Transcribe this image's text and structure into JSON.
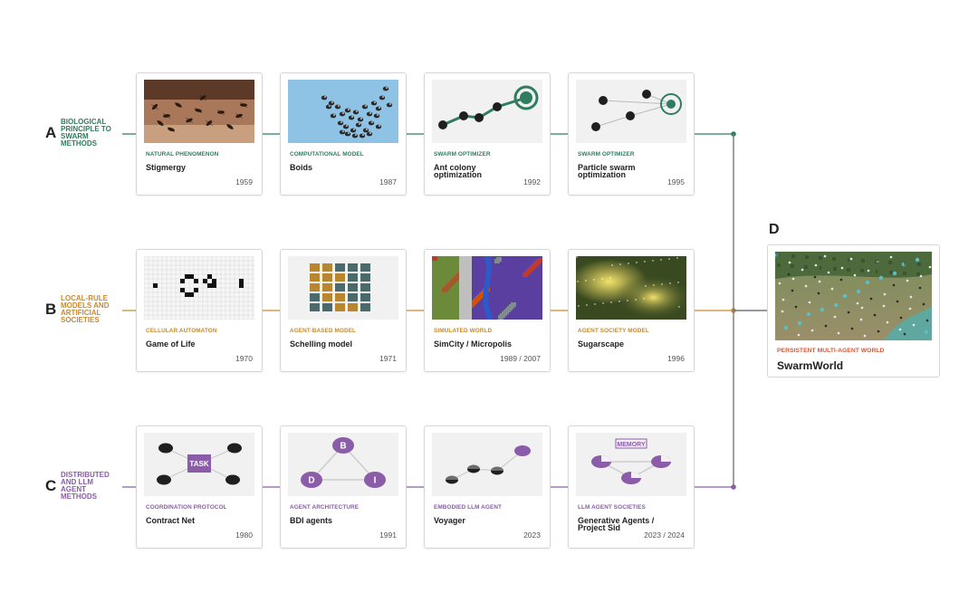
{
  "colors": {
    "green": "#2f7d5f",
    "orange": "#c78a2c",
    "purple": "#8b5ca8",
    "red": "#d25a3a",
    "line_gray": "#888888"
  },
  "rows": [
    {
      "letter": "A",
      "label": "BIOLOGICAL PRINCIPLE TO SWARM METHODS",
      "label_lines": [
        "BIOLOGICAL",
        "PRINCIPLE TO",
        "SWARM",
        "METHODS"
      ],
      "color": "#2f7d5f",
      "cards": [
        {
          "category": "NATURAL PHENOMENON",
          "name": "Stigmergy",
          "year": "1959",
          "icon": "ants-photo"
        },
        {
          "category": "COMPUTATIONAL MODEL",
          "name": "Boids",
          "year": "1987",
          "icon": "bird-flock-photo"
        },
        {
          "category": "SWARM OPTIMIZER",
          "name": "Ant colony optimization",
          "year": "1992",
          "icon": "ant-path-graph"
        },
        {
          "category": "SWARM OPTIMIZER",
          "name": "Particle swarm optimization",
          "year": "1995",
          "icon": "particle-target-graph"
        }
      ]
    },
    {
      "letter": "B",
      "label": "LOCAL-RULE MODELS AND ARTIFICIAL SOCIETIES",
      "label_lines": [
        "LOCAL-RULE",
        "MODELS AND",
        "ARTIFICIAL",
        "SOCIETIES"
      ],
      "color": "#c78a2c",
      "cards": [
        {
          "category": "CELLULAR AUTOMATON",
          "name": "Game of Life",
          "year": "1970",
          "icon": "cell-grid"
        },
        {
          "category": "AGENT-BASED MODEL",
          "name": "Schelling model",
          "year": "1971",
          "icon": "segregation-grid"
        },
        {
          "category": "SIMULATED WORLD",
          "name": "SimCity / Micropolis",
          "year": "1989 / 2007",
          "icon": "city-map"
        },
        {
          "category": "AGENT SOCIETY MODEL",
          "name": "Sugarscape",
          "year": "1996",
          "icon": "sugar-landscape"
        }
      ]
    },
    {
      "letter": "C",
      "label": "DISTRIBUTED AND LLM AGENT METHODS",
      "label_lines": [
        "DISTRIBUTED",
        "AND LLM",
        "AGENT",
        "METHODS"
      ],
      "color": "#8b5ca8",
      "cards": [
        {
          "category": "COORDINATION PROTOCOL",
          "name": "Contract Net",
          "year": "1980",
          "icon": "task-network",
          "task_label": "TASK"
        },
        {
          "category": "AGENT ARCHITECTURE",
          "name": "BDI agents",
          "year": "1991",
          "icon": "bdi-triangle",
          "nodes": [
            "B",
            "D",
            "I"
          ]
        },
        {
          "category": "EMBODIED LLM AGENT",
          "name": "Voyager",
          "year": "2023",
          "icon": "skill-chain"
        },
        {
          "category": "LLM AGENT SOCIETIES",
          "name": "Generative Agents / Project Sid",
          "year": "2023 / 2024",
          "icon": "memory-graph",
          "memory_label": "MEMORY"
        }
      ]
    }
  ],
  "result": {
    "letter": "D",
    "category": "PERSISTENT MULTI-AGENT WORLD",
    "name": "SwarmWorld",
    "icon": "swarm-world-render"
  }
}
